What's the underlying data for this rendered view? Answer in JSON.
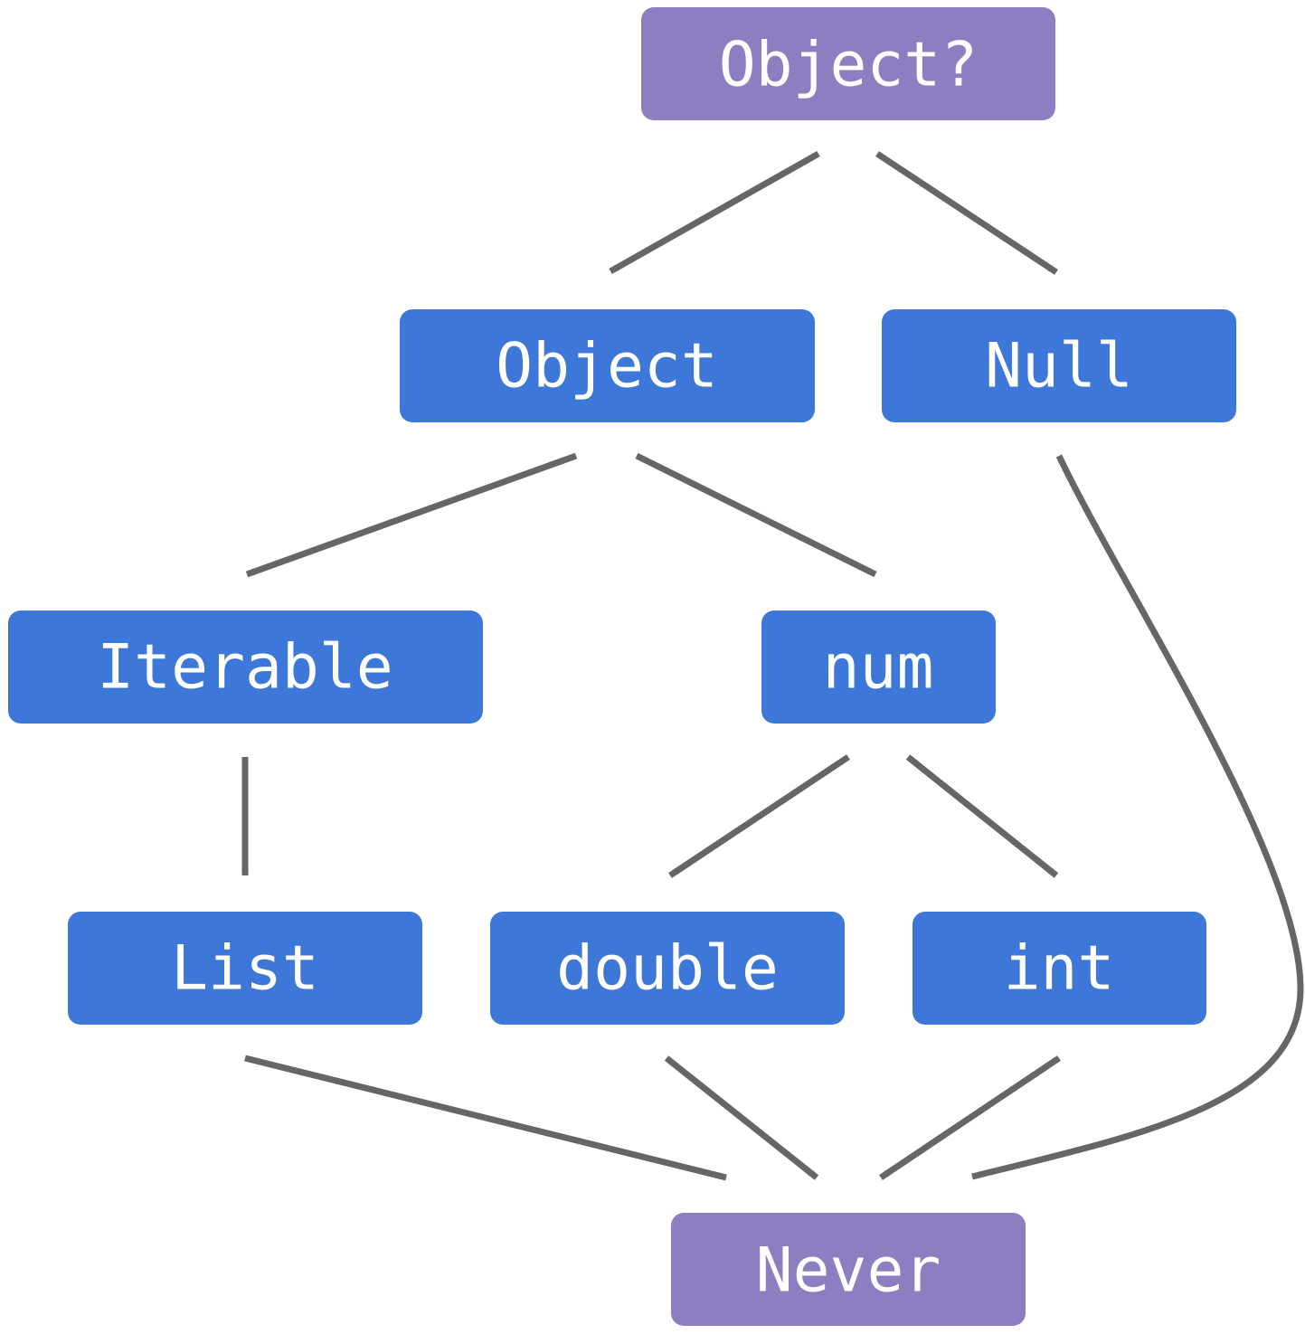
{
  "colors": {
    "top_bottom_type": "#8d7ec1",
    "regular_type": "#3d78d8",
    "arrow": "#666666",
    "label_text": "#ffffff",
    "background": "#ffffff"
  },
  "nodes": [
    {
      "id": "object_nullable",
      "label": "Object?",
      "kind": "top"
    },
    {
      "id": "object",
      "label": "Object",
      "kind": "regular"
    },
    {
      "id": "null",
      "label": "Null",
      "kind": "regular"
    },
    {
      "id": "iterable",
      "label": "Iterable",
      "kind": "regular"
    },
    {
      "id": "num",
      "label": "num",
      "kind": "regular"
    },
    {
      "id": "list",
      "label": "List",
      "kind": "regular"
    },
    {
      "id": "double",
      "label": "double",
      "kind": "regular"
    },
    {
      "id": "int",
      "label": "int",
      "kind": "regular"
    },
    {
      "id": "never",
      "label": "Never",
      "kind": "bottom"
    }
  ],
  "edges": [
    {
      "from": "object_nullable",
      "to": "object"
    },
    {
      "from": "object_nullable",
      "to": "null"
    },
    {
      "from": "object",
      "to": "iterable"
    },
    {
      "from": "object",
      "to": "num"
    },
    {
      "from": "null",
      "to": "never"
    },
    {
      "from": "iterable",
      "to": "list"
    },
    {
      "from": "num",
      "to": "double"
    },
    {
      "from": "num",
      "to": "int"
    },
    {
      "from": "list",
      "to": "never"
    },
    {
      "from": "double",
      "to": "never"
    },
    {
      "from": "int",
      "to": "never"
    }
  ]
}
